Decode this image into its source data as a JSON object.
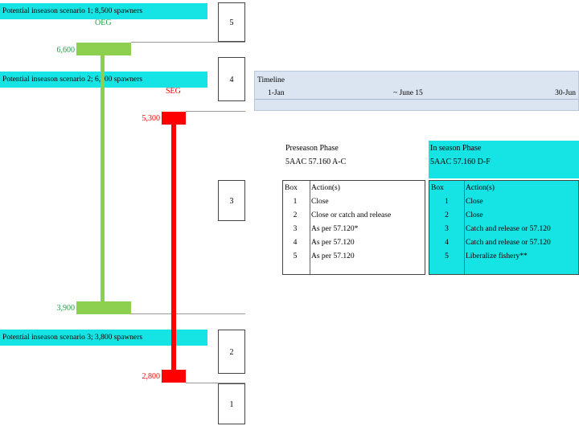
{
  "scenarios": {
    "s1": "Potential inseason scenario 1; 8,500 spawners",
    "s2": "Potential inseason scenario 2; 6,500 spawners",
    "s3": "Potential inseason scenario 3; 3,800 spawners"
  },
  "goals": {
    "oeg": "OEG",
    "seg": "SEG"
  },
  "values": {
    "v6600": "6,600",
    "v5300": "5,300",
    "v3900": "3,900",
    "v2800": "2,800"
  },
  "boxes": [
    "5",
    "4",
    "3",
    "2",
    "1"
  ],
  "timeline": {
    "title": "Timeline",
    "start": "1-Jan",
    "mid": "~ June 15",
    "end": "30-Jun"
  },
  "preseason": {
    "title": "Preseason Phase",
    "reg": "5AAC 57.160 A-C",
    "headers": {
      "box": "Box",
      "action": "Action(s)"
    },
    "rows": [
      {
        "box": "1",
        "action": "Close"
      },
      {
        "box": "2",
        "action": "Close or catch and release"
      },
      {
        "box": "3",
        "action": "As per 57.120*"
      },
      {
        "box": "4",
        "action": "As per 57.120"
      },
      {
        "box": "5",
        "action": "As per 57.120"
      }
    ]
  },
  "inseason": {
    "title": "In season Phase",
    "reg": "5AAC 57.160 D-F",
    "headers": {
      "box": "Box",
      "action": "Action(s)"
    },
    "rows": [
      {
        "box": "1",
        "action": "Close"
      },
      {
        "box": "2",
        "action": "Close"
      },
      {
        "box": "3",
        "action": "Catch and release or 57.120"
      },
      {
        "box": "4",
        "action": "Catch and release or 57.120"
      },
      {
        "box": "5",
        "action": "Liberalize fishery**"
      }
    ]
  },
  "colors": {
    "cyan": "#16e3e3",
    "green": "#8dcf4f",
    "red": "#ff0000",
    "timeline": "#dbe5f1"
  }
}
